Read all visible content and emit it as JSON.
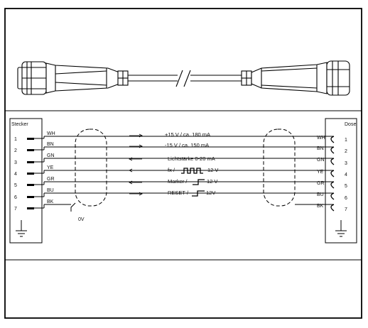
{
  "stecker": {
    "title": "Stecker",
    "pins": [
      "1",
      "2",
      "3",
      "4",
      "5",
      "6",
      "7"
    ],
    "wires": [
      "WH",
      "BN",
      "GN",
      "YE",
      "GR",
      "BU",
      "BK"
    ],
    "ground_label": "0V"
  },
  "dose": {
    "title": "Dose",
    "pins": [
      "1",
      "2",
      "3",
      "4",
      "5",
      "6",
      "7"
    ],
    "wires": [
      "WH",
      "BN",
      "GN",
      "YE",
      "GR",
      "BU",
      "BK"
    ]
  },
  "signals": [
    {
      "text": "+15 V / ca. 180 mA",
      "direction": "right"
    },
    {
      "text": "-15 V / ca. 150 mA",
      "direction": "right"
    },
    {
      "text": "Lichtstärke 0-20 mA",
      "direction": "left"
    },
    {
      "text": "fx  /",
      "suffix": "12 V",
      "direction": "left",
      "waveform": "pulse-train"
    },
    {
      "text": "Marker /",
      "suffix": "12 V",
      "direction": "left",
      "waveform": "step"
    },
    {
      "text": "RESET /",
      "suffix": "12V",
      "direction": "right",
      "waveform": "step"
    }
  ]
}
